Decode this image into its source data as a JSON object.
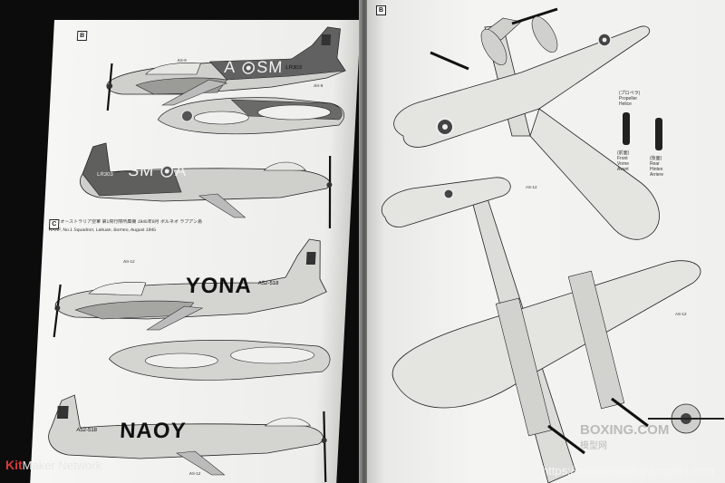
{
  "left_page": {
    "section_b_badge": "B",
    "section_c_badge": "C",
    "section_c_caption_jp": "オーストラリア空軍 第1飛行隊所属機 1945年8月 ボルネオ ラブアン島",
    "section_c_caption_en": "RAAF, No.1 Squadron, Labuan, Borneo, August 1945",
    "aircraft_b1": {
      "code_left": "A",
      "code_right": "SM",
      "serial": "LR303"
    },
    "aircraft_b2": {
      "code_left": "SM",
      "code_right": "A",
      "serial": "LR303"
    },
    "aircraft_c1": {
      "code": "YONA",
      "serial": "A52-518"
    },
    "aircraft_c2": {
      "code": "NAOY",
      "serial": "A52-518"
    },
    "tags": {
      "as9": "AS-9",
      "as12": "AS-12"
    }
  },
  "right_page": {
    "section_badge": "B",
    "propeller_legend_jp": "(プロペラ)",
    "propeller_legend_en": "Propeller",
    "propeller_legend_3": "Helice",
    "front_legend_jp": "(前面)",
    "front_legend_1": "Front",
    "front_legend_2": "Vorne",
    "front_legend_3": "Avant",
    "rear_legend_jp": "(後面)",
    "rear_legend_1": "Rear",
    "rear_legend_2": "Hinten",
    "rear_legend_3": "Arriere",
    "tags": {
      "as12": "AS-12"
    }
  },
  "watermarks": {
    "left_brand": "Kit",
    "left_rest": "Maker Network",
    "right_url": "https://www.metaltankmodel.com",
    "faint_logo": "BOXING.COM",
    "faint_logo_2": "模型网"
  },
  "colors": {
    "paint_dark": "#5e5e5e",
    "paint_light": "#d9d9d6",
    "paper": "#f3f3f1",
    "line": "#222222",
    "watermark_red": "#d63b3b"
  }
}
